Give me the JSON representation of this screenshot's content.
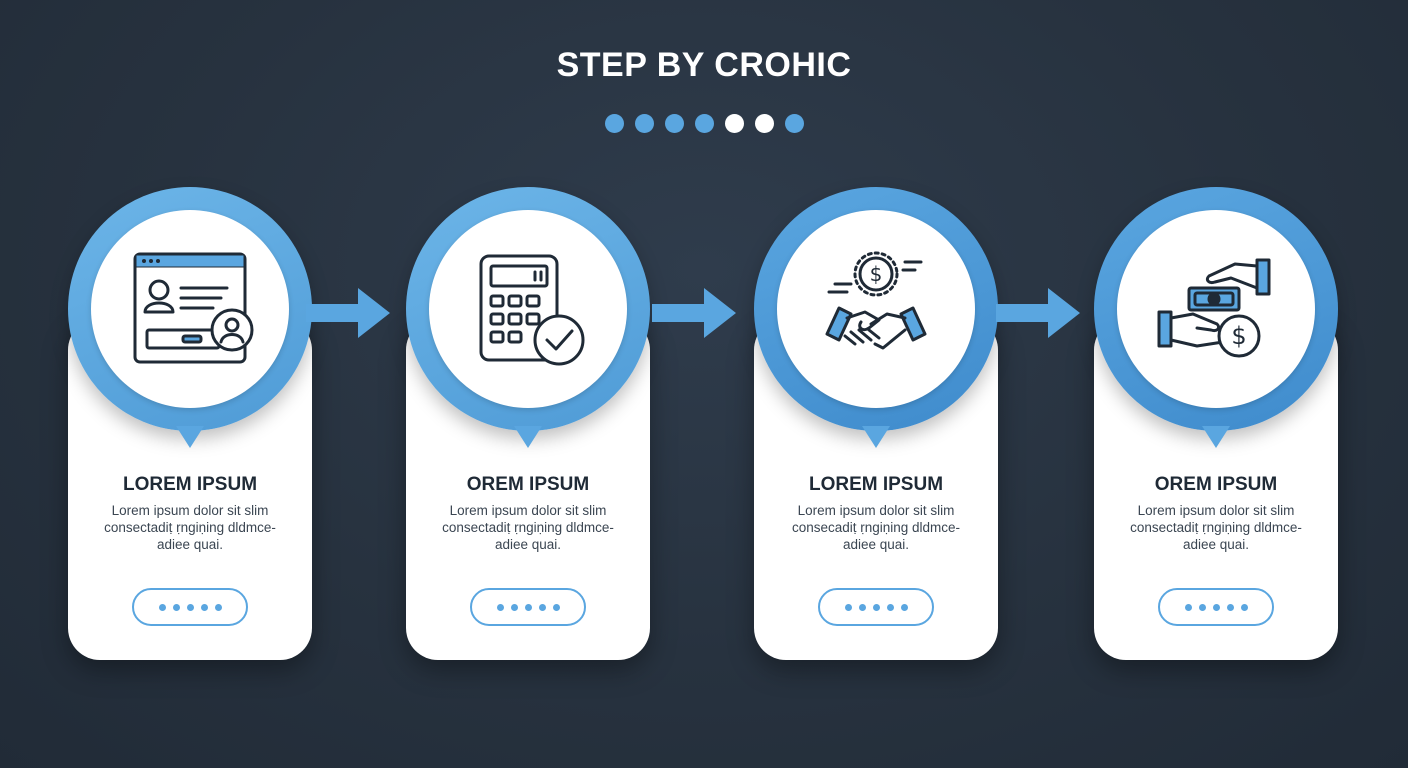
{
  "title": "STEP BY CROHIC",
  "title_dots": [
    "#5aa6e0",
    "#5aa6e0",
    "#5aa6e0",
    "#5aa6e0",
    "#ffffff",
    "#ffffff",
    "#5aa6e0"
  ],
  "colors": {
    "accent": "#5aa6e0",
    "accent_light": "#6cb5e8",
    "dark_text": "#1f2a36"
  },
  "steps": [
    {
      "icon": "profile-window-icon",
      "title": "LOREM IPSUM",
      "desc": [
        "Lorem ipsum dolor sit slim",
        "consectadiṭ ṛngiṇing dldmce-",
        "adiee quai."
      ]
    },
    {
      "icon": "calculator-check-icon",
      "title": "OREM IPSUM",
      "desc": [
        "Lorem ipsum dolor sit slim",
        "consectadiṭ ṛngiṇing dldmce-",
        "adiee quai."
      ]
    },
    {
      "icon": "handshake-coin-icon",
      "title": "LOREM IPSUM",
      "desc": [
        "Lorem ipsum dolor sit slim",
        "consecadiṭ ṛngiṇing dldmce-",
        "adiee quai."
      ]
    },
    {
      "icon": "hands-money-icon",
      "title": "OREM IPSUM",
      "desc": [
        "Lorem ipsum dolor sit slim",
        "consectadiṭ ṛngiṇing dldmce-",
        "adiee quai."
      ]
    }
  ]
}
